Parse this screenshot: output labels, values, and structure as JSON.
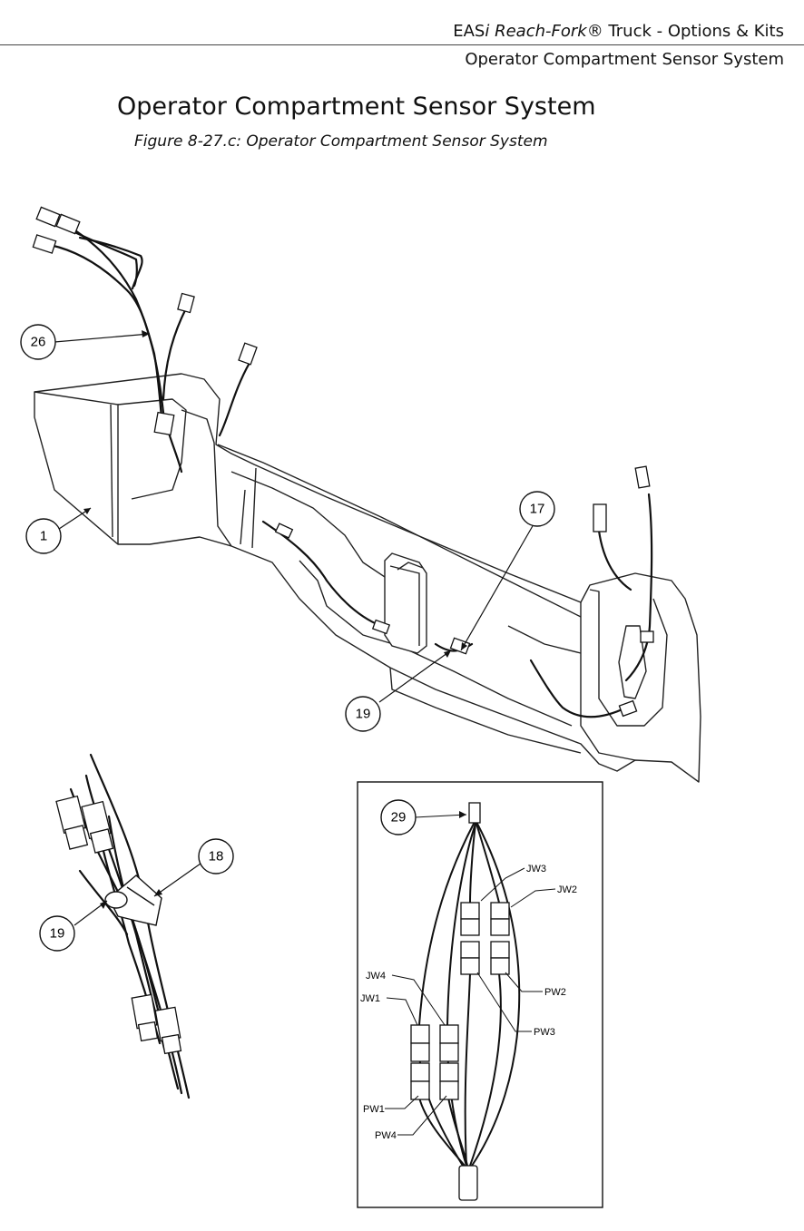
{
  "header": {
    "product_prefix": "EAS",
    "product_i": "i",
    "product_name": " Reach-Fork",
    "product_suffix": "® Truck - Options & Kits",
    "section": "Operator Compartment Sensor System"
  },
  "title": "Operator Compartment Sensor System",
  "caption": "Figure 8-27.c: Operator Compartment Sensor System",
  "callouts": {
    "c26": "26",
    "c1": "1",
    "c17": "17",
    "c19_main": "19",
    "c18": "18",
    "c19_detail": "19",
    "c29": "29"
  },
  "wire_tags": {
    "jw3": "JW3",
    "jw2": "JW2",
    "jw4": "JW4",
    "jw1": "JW1",
    "pw2": "PW2",
    "pw3": "PW3",
    "pw1": "PW1",
    "pw4": "PW4"
  }
}
